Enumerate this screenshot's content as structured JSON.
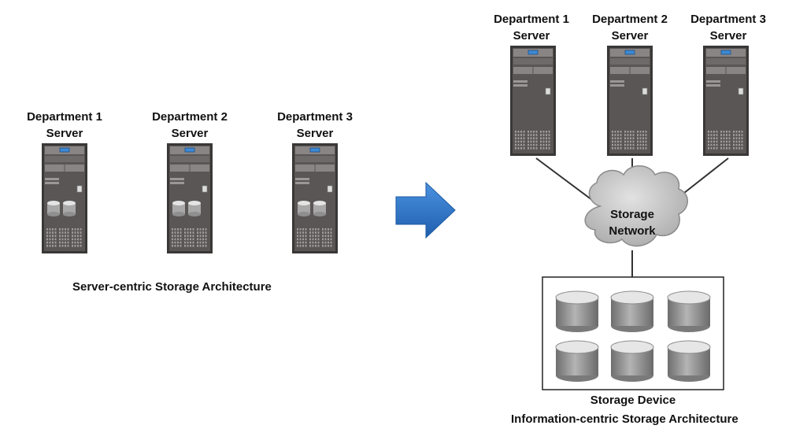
{
  "left": {
    "servers": [
      {
        "line1": "Department 1",
        "line2": "Server"
      },
      {
        "line1": "Department 2",
        "line2": "Server"
      },
      {
        "line1": "Department 3",
        "line2": "Server"
      }
    ],
    "caption": "Server-centric Storage Architecture"
  },
  "right": {
    "servers": [
      {
        "line1": "Department 1",
        "line2": "Server"
      },
      {
        "line1": "Department 2",
        "line2": "Server"
      },
      {
        "line1": "Department 3",
        "line2": "Server"
      }
    ],
    "network": {
      "line1": "Storage",
      "line2": "Network"
    },
    "storage_device_label": "Storage Device",
    "caption": "Information-centric Storage Architecture"
  },
  "colors": {
    "arrow": "#2e75c8",
    "server_body": "#5a5656",
    "server_dark": "#3a3737",
    "server_panel": "#8a8585",
    "led": "#3d8ad6",
    "disk_top": "#e6e6e6",
    "disk_side": "#9a9a9a",
    "cloud": "#c9c9c9",
    "line": "#333333"
  }
}
